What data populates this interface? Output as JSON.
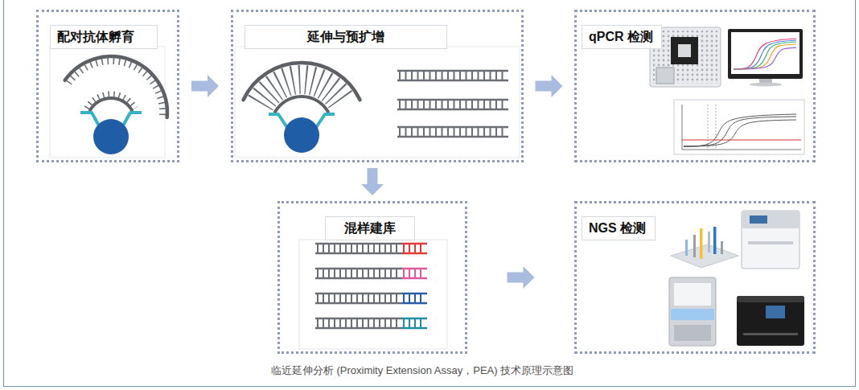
{
  "diagram": {
    "caption": "临近延伸分析 (Proximity Extension Assay，PEA) 技术原理示意图",
    "nodes": [
      {
        "text": [
          "配对抗体孵育"
        ]
      },
      {
        "text": [
          "延伸与预扩增"
        ]
      },
      {
        "text": [
          "qPCR 检测"
        ]
      },
      {
        "text": [
          "混样建库"
        ]
      },
      {
        "text": [
          "NGS 检测"
        ]
      }
    ],
    "edges": [
      {
        "from": 0,
        "to": 1,
        "arrow": "to"
      },
      {
        "from": 1,
        "to": 2,
        "arrow": "to"
      },
      {
        "from": 1,
        "to": 3,
        "arrow": "to"
      },
      {
        "from": 3,
        "to": 4,
        "arrow": "to"
      }
    ]
  }
}
